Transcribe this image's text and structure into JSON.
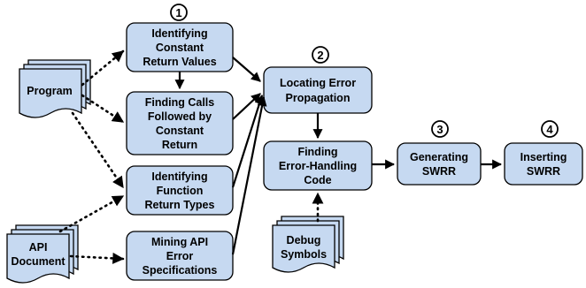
{
  "colors": {
    "box_fill": "#c6d9f1",
    "box_stroke": "#000000",
    "arrow": "#000000",
    "doc_fill": "#c6d9f1"
  },
  "inputs": {
    "program": "Program",
    "api_document": [
      "API",
      "Document"
    ],
    "debug_symbols": [
      "Debug",
      "Symbols"
    ]
  },
  "steps": {
    "identify_constant_return": [
      "Identifying",
      "Constant",
      "Return Values"
    ],
    "finding_calls": [
      "Finding Calls",
      "Followed by",
      "Constant",
      "Return"
    ],
    "identify_return_types": [
      "Identifying",
      "Function",
      "Return Types"
    ],
    "mining_api": [
      "Mining API",
      "Error",
      "Specifications"
    ],
    "locating_error": [
      "Locating Error",
      "Propagation"
    ],
    "finding_error_handling": [
      "Finding",
      "Error-Handling",
      "Code"
    ],
    "generating_swrr": [
      "Generating",
      "SWRR"
    ],
    "inserting_swrr": [
      "Inserting",
      "SWRR"
    ]
  },
  "badges": {
    "one": "1",
    "two": "2",
    "three": "3",
    "four": "4"
  }
}
